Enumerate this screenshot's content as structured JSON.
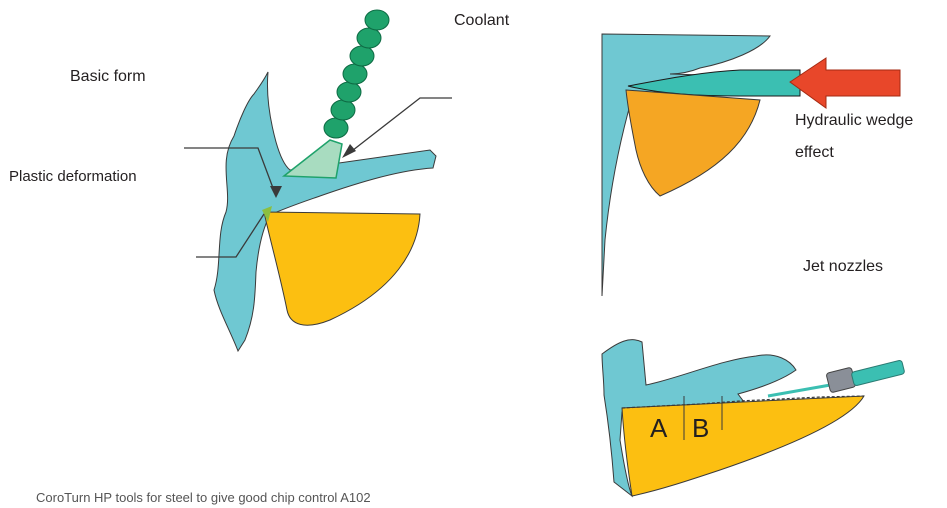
{
  "labels": {
    "coolant": "Coolant",
    "basic_form": "Basic form",
    "plastic_deformation": "Plastic deformation",
    "hydraulic_wedge_line1": "Hydraulic wedge",
    "hydraulic_wedge_line2": "effect",
    "jet_nozzles": "Jet nozzles",
    "zone_a": "A",
    "zone_b": "B"
  },
  "caption": "CoroTurn HP tools for steel to give good chip control A102",
  "colors": {
    "chip_teal": "#6fc8d2",
    "tool_yellow": "#fcbf11",
    "tool_orange": "#f5a623",
    "coolant_green": "#1fa26b",
    "arrow_red": "#e8472a",
    "outline": "#1a1a1a"
  }
}
